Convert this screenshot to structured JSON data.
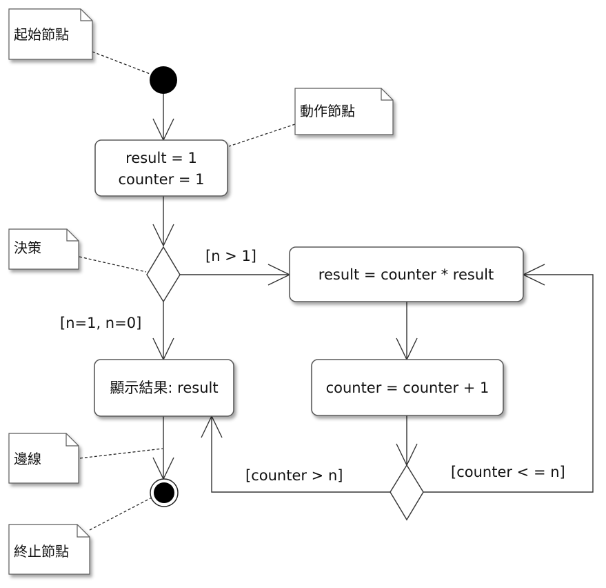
{
  "diagram": {
    "notes": {
      "initial_node": "起始節點",
      "action_node": "動作節點",
      "decision": "決策",
      "edge": "邊線",
      "final_node": "終止節點"
    },
    "actions": {
      "init_line1": "result = 1",
      "init_line2": "counter = 1",
      "multiply": "result = counter * result",
      "increment": "counter = counter + 1",
      "display": "顯示結果: result"
    },
    "guards": {
      "n_gt_1": "[n > 1]",
      "n_eq_1_or_0": "[n=1, n=0]",
      "counter_gt_n": "[counter > n]",
      "counter_le_n": "[counter < = n]"
    },
    "colors": {
      "line": "#333333",
      "box_border": "#5a5a5a",
      "node_fill": "#000000",
      "background": "#ffffff"
    }
  }
}
